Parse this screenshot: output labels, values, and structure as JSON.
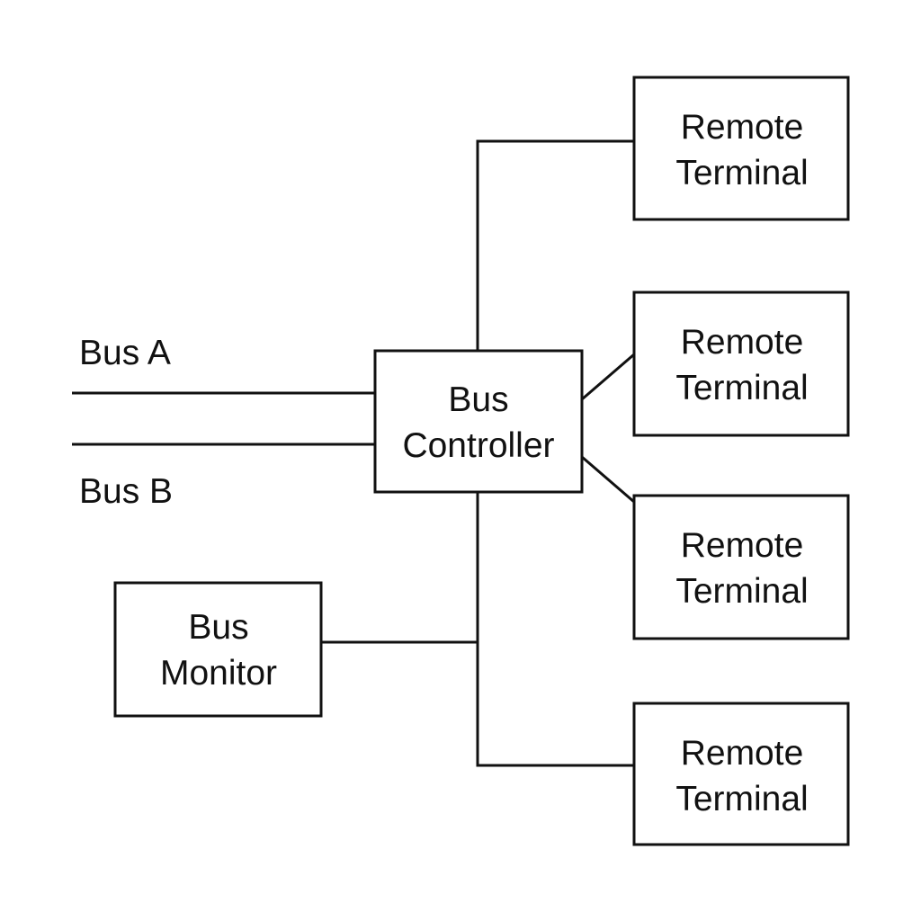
{
  "diagram": {
    "bus_a_label": "Bus A",
    "bus_b_label": "Bus B",
    "controller": {
      "line1": "Bus",
      "line2": "Controller"
    },
    "monitor": {
      "line1": "Bus",
      "line2": "Monitor"
    },
    "remote_terminals": [
      {
        "line1": "Remote",
        "line2": "Terminal"
      },
      {
        "line1": "Remote",
        "line2": "Terminal"
      },
      {
        "line1": "Remote",
        "line2": "Terminal"
      },
      {
        "line1": "Remote",
        "line2": "Terminal"
      }
    ]
  }
}
